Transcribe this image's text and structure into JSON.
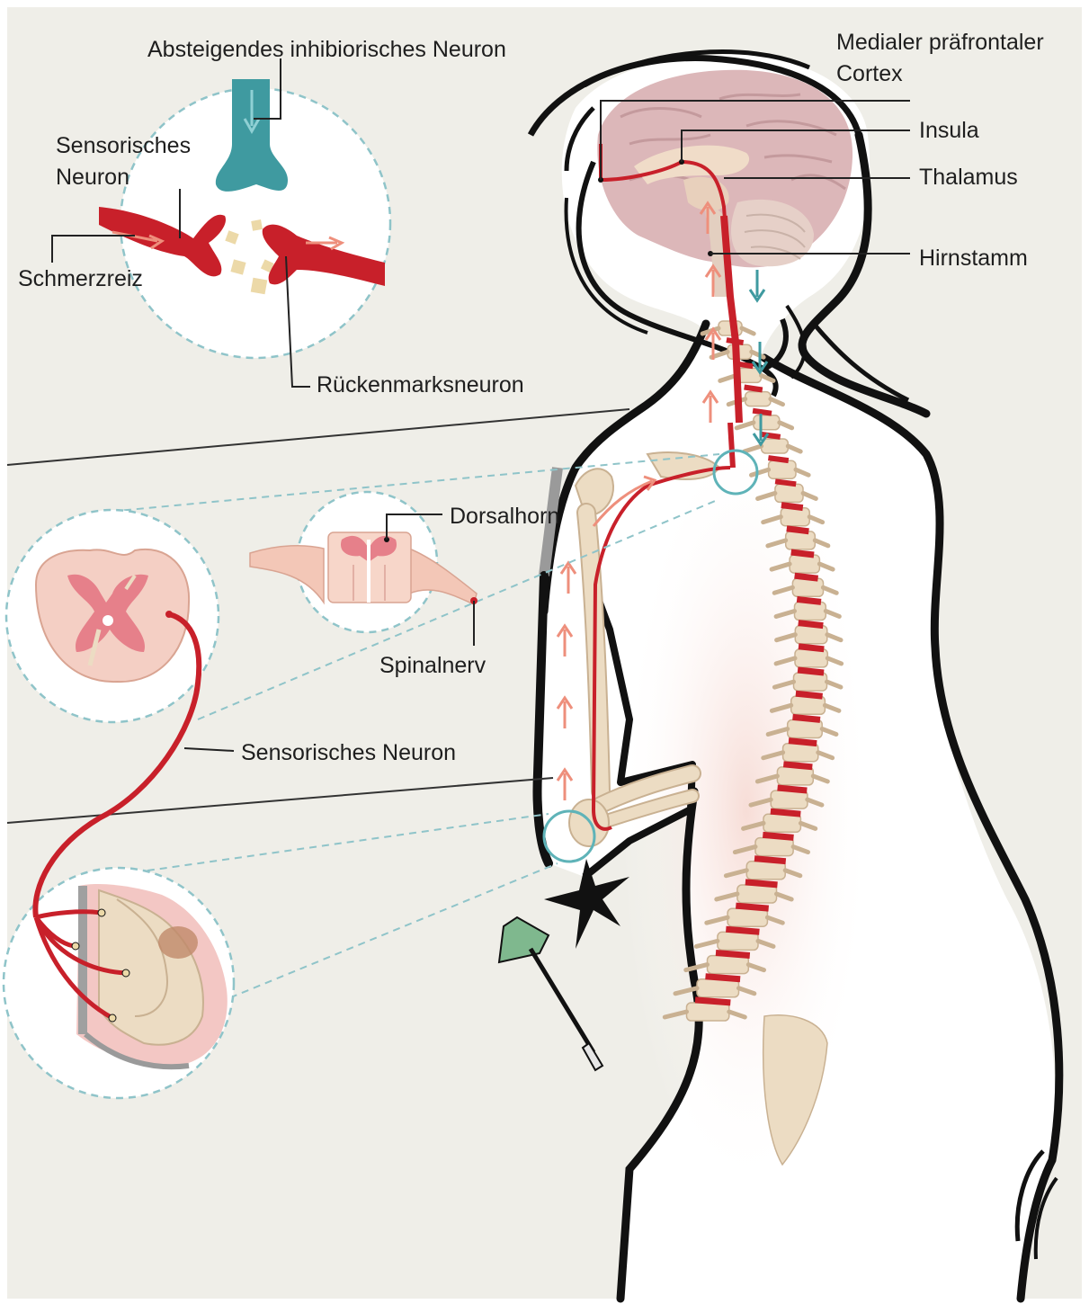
{
  "labels": {
    "descending_neuron": "Absteigendes inhibiorisches Neuron",
    "sensory_neuron_line1": "Sensorisches",
    "sensory_neuron_line2": "Neuron",
    "pain_stimulus": "Schmerzreiz",
    "spinal_cord_neuron": "Rückenmarksneuron",
    "mpfc_line1": "Medialer präfrontaler",
    "mpfc_line2": "Cortex",
    "insula": "Insula",
    "thalamus": "Thalamus",
    "brainstem": "Hirnstamm",
    "dorsal_horn": "Dorsalhorn",
    "spinal_nerve": "Spinalnerv",
    "sensory_neuron_arm": "Sensorisches Neuron"
  },
  "colors": {
    "background": "#efeee8",
    "neuron_red": "#c8202a",
    "signal_arrow": "#ee8f7c",
    "inhibitory_teal": "#3f9aa0",
    "dashed_circle": "#8fc4c9",
    "bone": "#ecdcc3",
    "brain": "#dcb7b9",
    "outline": "#111111"
  }
}
